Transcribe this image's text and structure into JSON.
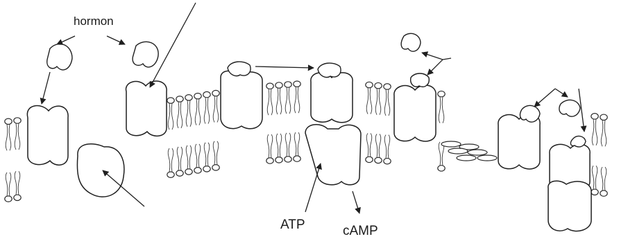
{
  "diagram": {
    "labels": {
      "hormone": "hormon",
      "atp": "ATP",
      "camp": "cAMP"
    }
  }
}
